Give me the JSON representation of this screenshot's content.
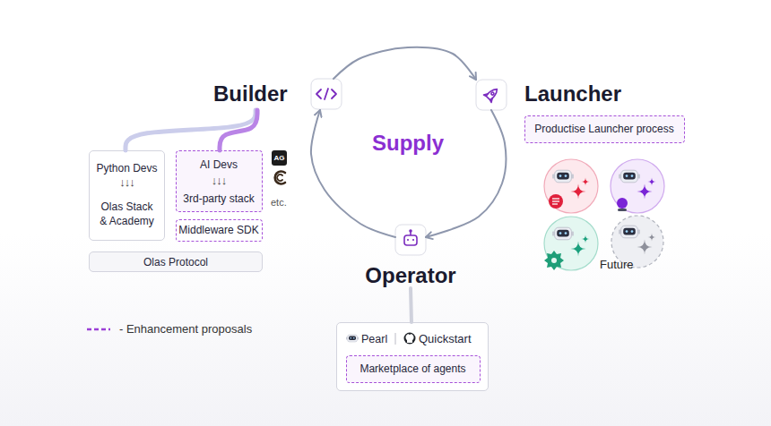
{
  "diagram": {
    "nodes": [
      {
        "text": [
          "Builder"
        ]
      },
      {
        "text": [
          "Launcher"
        ]
      },
      {
        "text": [
          "Python Devs",
          "↓↓↓",
          "Olas Stack & Academy"
        ]
      },
      {
        "text": [
          "AI Devs",
          "↓↓↓",
          "3rd-party stack"
        ]
      },
      {
        "text": [
          "Middleware SDK"
        ]
      },
      {
        "text": [
          "Olas Protocol"
        ]
      },
      {
        "text": [
          "Productise Launcher process"
        ]
      },
      {
        "text": [
          "Future"
        ]
      },
      {
        "text": [
          "Operator"
        ]
      },
      {
        "text": [
          "Pearl",
          "Quickstart"
        ]
      },
      {
        "text": [
          "Marketplace of agents"
        ],
        "in": 9
      }
    ],
    "edges": [
      {
        "from": 0,
        "to": 1,
        "arrow": "to"
      },
      {
        "from": 1,
        "to": 8,
        "arrow": "to"
      },
      {
        "from": 8,
        "to": 0,
        "arrow": "to"
      },
      {
        "from": 0,
        "to": 2,
        "arrow": "none"
      },
      {
        "from": 0,
        "to": 3,
        "arrow": "none"
      },
      {
        "from": 8,
        "to": 9,
        "arrow": "none"
      }
    ],
    "labels": [
      "AG",
      "etc.",
      "Supply"
    ],
    "legend": [
      {
        "text": "- Enhancement proposals"
      }
    ]
  }
}
